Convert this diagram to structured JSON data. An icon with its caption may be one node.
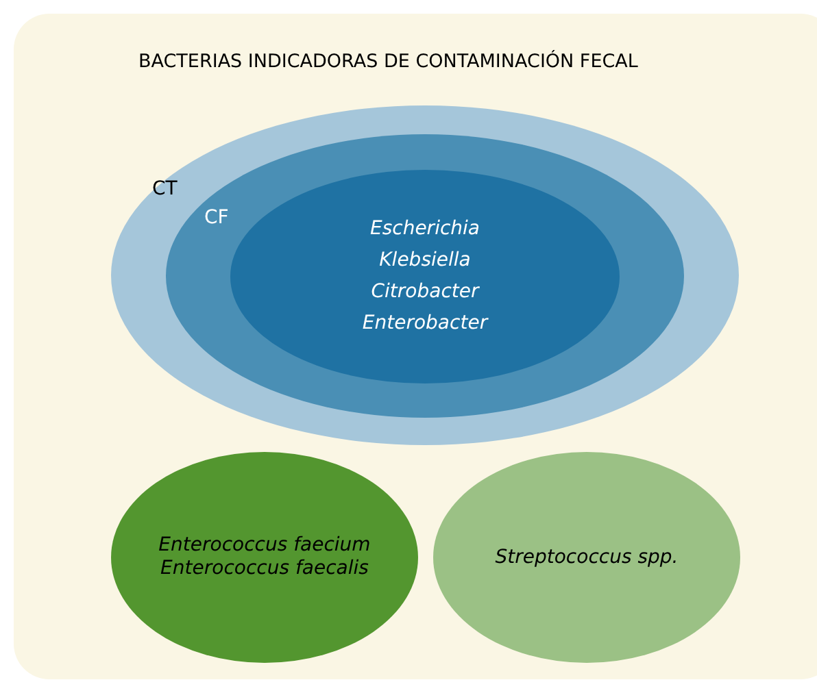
{
  "diagram": {
    "title": "BACTERIAS INDICADORAS DE CONTAMINACIÓN FECAL",
    "nodes": [
      {
        "text": [
          "CT"
        ]
      },
      {
        "text": [
          "CF"
        ],
        "in": 0
      },
      {
        "text": [
          "Escherichia",
          "Klebsiella",
          "Citrobacter",
          "Enterobacter"
        ],
        "in": 1
      },
      {
        "text": [
          "Enterococcus faecium",
          "Enterococcus faecalis"
        ]
      },
      {
        "text": [
          "Streptococcus spp."
        ]
      }
    ]
  }
}
